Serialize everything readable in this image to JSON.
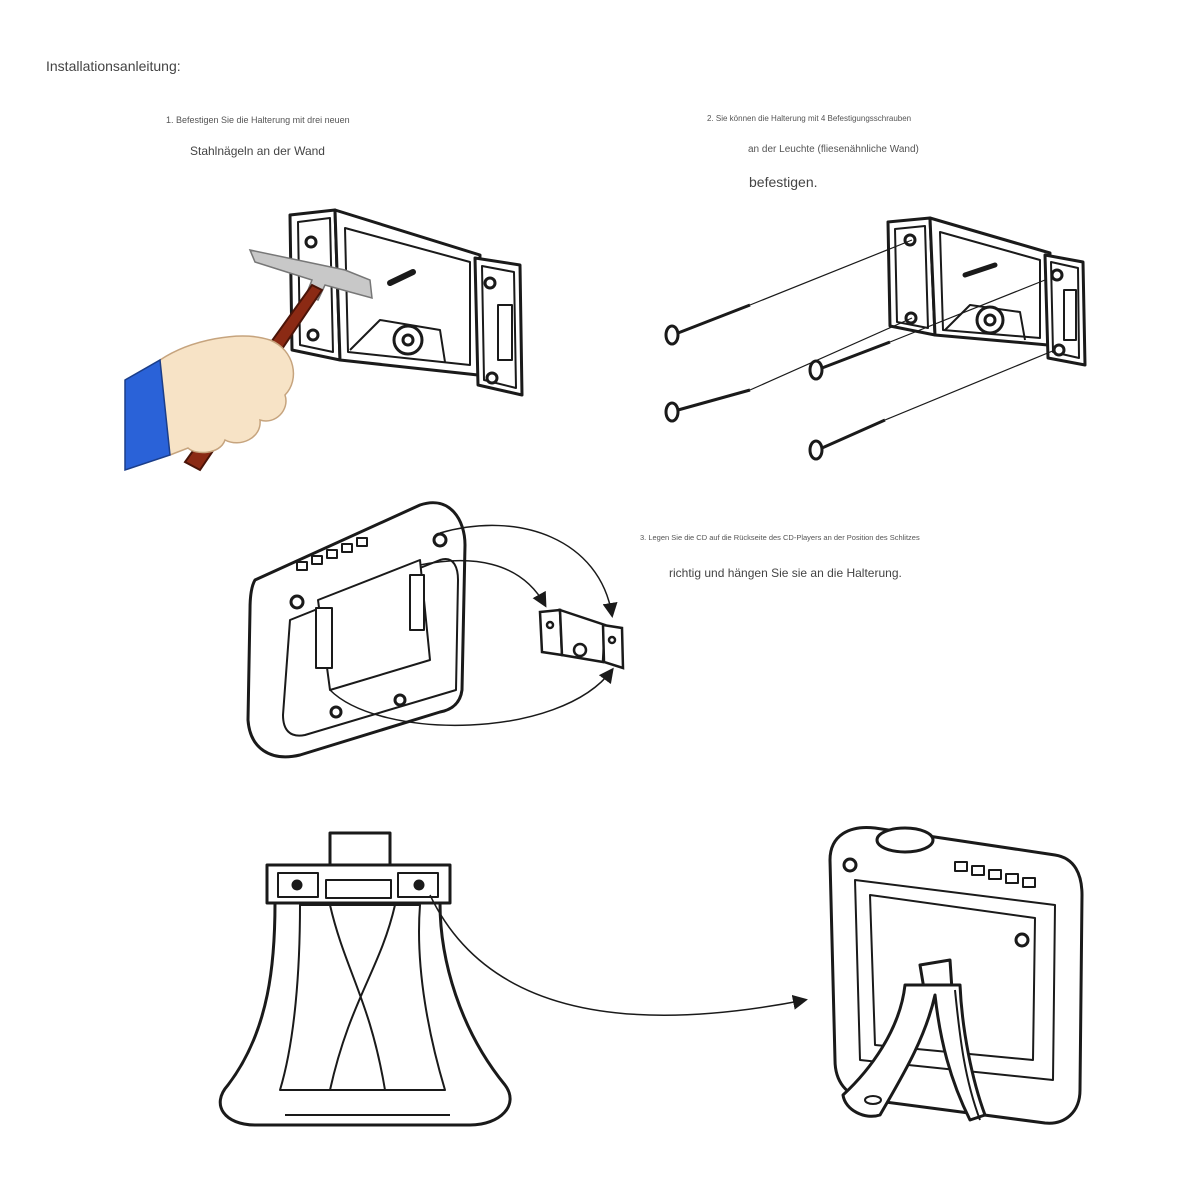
{
  "title": "Installationsanleitung:",
  "steps": [
    {
      "line1": "1. Befestigen Sie die Halterung mit drei neuen",
      "line2": "Stahlnägeln an der Wand"
    },
    {
      "line1": "2. Sie können die Halterung mit 4 Befestigungsschrauben",
      "line2": "an der Leuchte (fliesenähnliche Wand)",
      "line3": "befestigen."
    },
    {
      "line1": "3. Legen Sie die CD auf die Rückseite des CD-Players an der Position des Schlitzes",
      "line2": "richtig und hängen Sie sie an die Halterung."
    }
  ],
  "colors": {
    "line": "#1a1a1a",
    "hammer_handle": "#8b2a14",
    "hammer_head": "#c8c8c8",
    "skin": "#f7e3c6",
    "sleeve": "#2a62d8"
  },
  "icons": [
    "hammer-icon",
    "hand-icon",
    "bracket-icon",
    "screw-icon",
    "cd-player-icon",
    "stand-icon",
    "arrow-icon"
  ]
}
